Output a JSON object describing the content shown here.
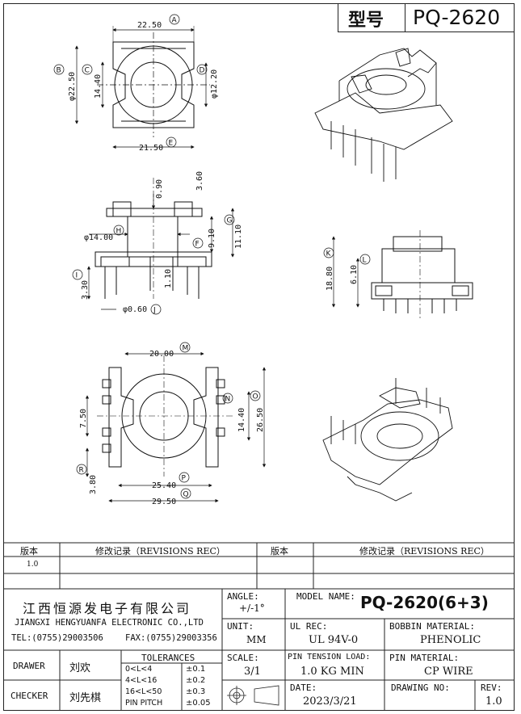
{
  "header": {
    "type_label": "型号",
    "model": "PQ-2620"
  },
  "dimensions": {
    "top_view": {
      "width_top": "22.50",
      "dia_outer": "φ22.50",
      "inner_14_40": "14.40",
      "dia_inner": "φ12.20",
      "width_bottom": "21.50"
    },
    "side_view": {
      "d_0_90": "0.90",
      "d_3_60": "3.60",
      "d_9_10": "9.10",
      "d_11_10": "11.10",
      "dia_14": "φ14.00",
      "d_1_10": "1.10",
      "d_3_30": "3.30",
      "pin_dia": "φ0.60"
    },
    "side_view2": {
      "d_18_80": "18.80",
      "d_6_10": "6.10"
    },
    "bottom_view": {
      "d_20_00": "20.00",
      "d_7_50": "7.50",
      "d_14_40": "14.40",
      "d_26_50": "26.50",
      "d_3_80": "3.80",
      "d_25_40": "25.40",
      "d_29_50": "29.50"
    },
    "markers": [
      "A",
      "B",
      "C",
      "D",
      "E",
      "F",
      "G",
      "H",
      "I",
      "J",
      "K",
      "L",
      "M",
      "N",
      "O",
      "P",
      "Q",
      "R"
    ]
  },
  "revisions": {
    "col1": "版本",
    "col2": "修改记录（REVISIONS REC）",
    "col3": "版本",
    "col4": "修改记录（REVISIONS REC）",
    "row1_version": "1.0"
  },
  "company": {
    "name_cn": "江西恒源发电子有限公司",
    "name_en": "JIANGXI HENGYUANFA ELECTRONIC CO.,LTD",
    "tel": "TEL:(0755)29003506",
    "fax": "FAX:(0755)29003356"
  },
  "title_block": {
    "angle_label": "ANGLE:",
    "angle_value": "+/-1°",
    "model_label": "MODEL NAME:",
    "model_value": "PQ-2620(6+3)",
    "unit_label": "UNIT:",
    "unit_value": "MM",
    "ul_label": "UL REC:",
    "ul_value": "UL 94V-0",
    "bobbin_label": "BOBBIN MATERIAL:",
    "bobbin_value": "PHENOLIC",
    "drawer_label": "DRAWER",
    "drawer_name": "刘欢",
    "checker_label": "CHECKER",
    "checker_name": "刘先棋",
    "tolerances_label": "TOLERANCES",
    "tol_rows": [
      {
        "range": "0<L<4",
        "value": "±0.1"
      },
      {
        "range": "4<L<16",
        "value": "±0.2"
      },
      {
        "range": "16<L<50",
        "value": "±0.3"
      },
      {
        "range": "PIN PITCH",
        "value": "±0.05"
      }
    ],
    "scale_label": "SCALE:",
    "scale_value": "3/1",
    "pin_tension_label": "PIN TENSION LOAD:",
    "pin_tension_value": "1.0 KG MIN",
    "pin_material_label": "PIN MATERIAL:",
    "pin_material_value": "CP WIRE",
    "date_label": "DATE:",
    "date_value": "2023/3/21",
    "drawing_no_label": "DRAWING NO:",
    "rev_label": "REV:",
    "rev_value": "1.0"
  }
}
